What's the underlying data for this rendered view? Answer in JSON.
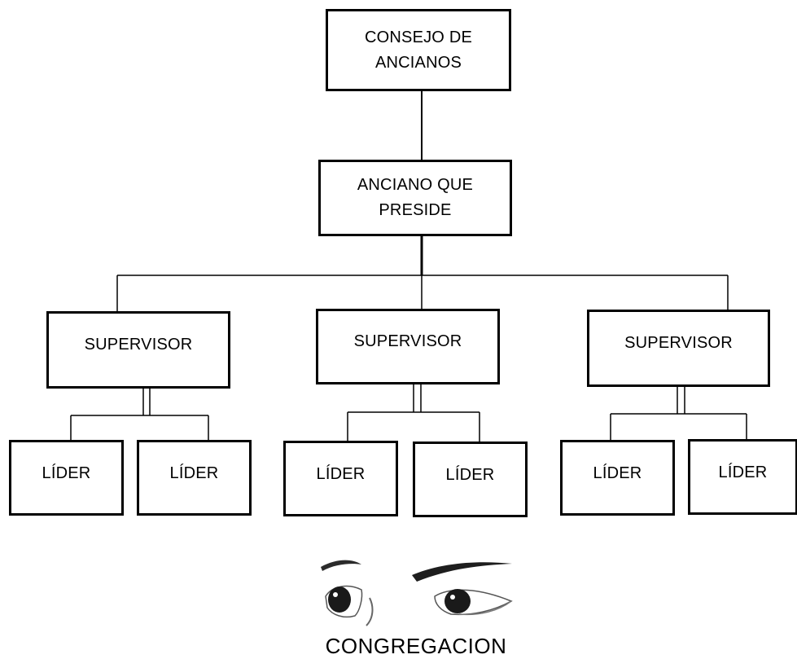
{
  "diagram": {
    "top": "CONSEJO DE ANCIANOS",
    "top_lines": [
      "CONSEJO DE",
      "ANCIANOS"
    ],
    "presiding": "ANCIANO QUE PRESIDE",
    "presiding_lines": [
      "ANCIANO QUE",
      "PRESIDE"
    ],
    "supervisors": [
      "SUPERVISOR",
      "SUPERVISOR",
      "SUPERVISOR"
    ],
    "leaders": [
      "LÍDER",
      "LÍDER",
      "LÍDER",
      "LÍDER",
      "LÍDER",
      "LÍDER"
    ],
    "base": "CONGREGACION"
  },
  "colors": {
    "line": "#000000",
    "box_border": "#000000",
    "background": "#ffffff"
  },
  "icons": {
    "base_illustration": "eyes-icon"
  }
}
